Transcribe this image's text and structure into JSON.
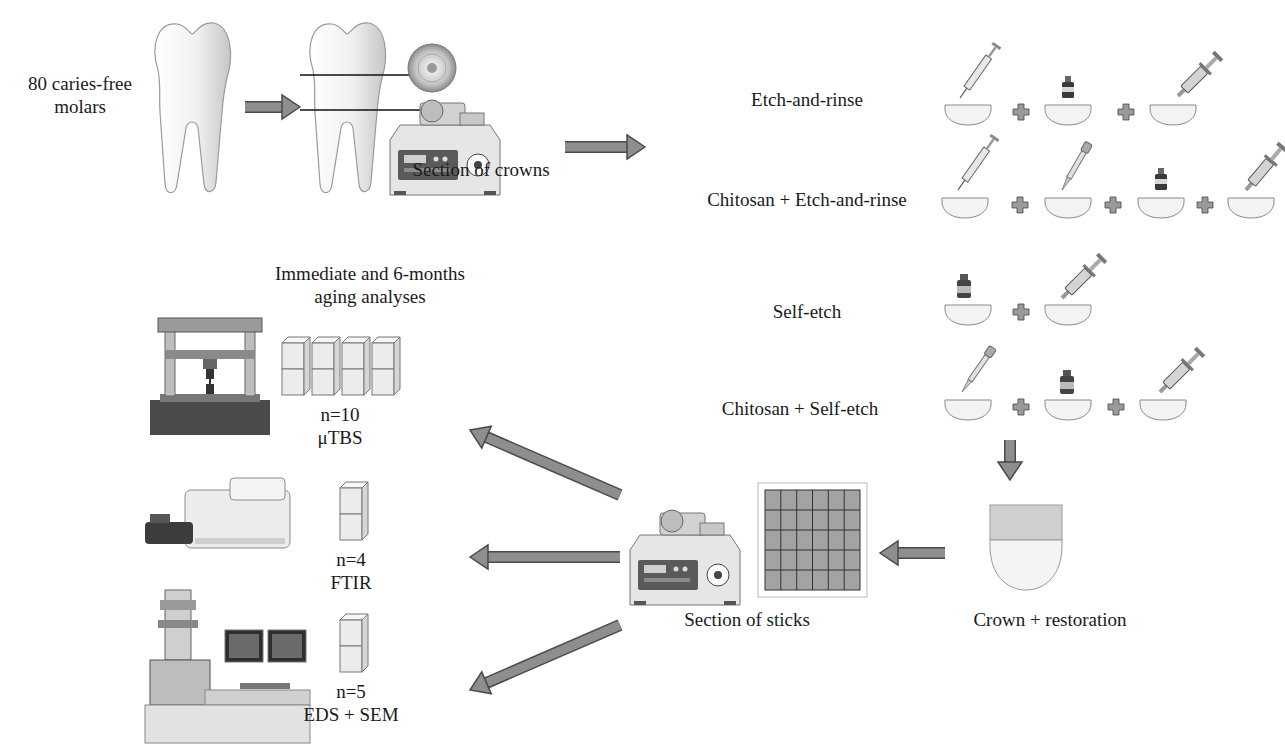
{
  "diagram": {
    "nodes": [
      {
        "text": [
          "80 caries-free molars"
        ]
      },
      {
        "text": [
          "Section of crowns"
        ]
      },
      {
        "text": []
      },
      {
        "text": [
          "Etch-and-rinse"
        ],
        "in": 2
      },
      {
        "text": [
          "Chitosan + Etch-and-rinse"
        ],
        "in": 2
      },
      {
        "text": [
          "Self-etch"
        ],
        "in": 2
      },
      {
        "text": [
          "Chitosan + Self-etch"
        ],
        "in": 2
      },
      {
        "text": [
          "Crown + restoration"
        ]
      },
      {
        "text": [
          "Section of sticks"
        ]
      },
      {
        "text": [
          "n=10",
          "μTBS"
        ]
      },
      {
        "text": [
          "n=4",
          "FTIR"
        ]
      },
      {
        "text": [
          "n=5",
          "EDS + SEM"
        ]
      }
    ],
    "edges": [
      {
        "from": 0,
        "to": 1,
        "arrow": "to"
      },
      {
        "from": 1,
        "to": 2,
        "arrow": "to"
      },
      {
        "from": 2,
        "to": 7,
        "arrow": "to"
      },
      {
        "from": 7,
        "to": 8,
        "arrow": "to"
      },
      {
        "from": 8,
        "to": 9,
        "arrow": "to"
      },
      {
        "from": 8,
        "to": 10,
        "arrow": "to"
      },
      {
        "from": 8,
        "to": 11,
        "arrow": "to"
      }
    ],
    "labels": [
      "Immediate and 6-months aging analyses"
    ]
  }
}
